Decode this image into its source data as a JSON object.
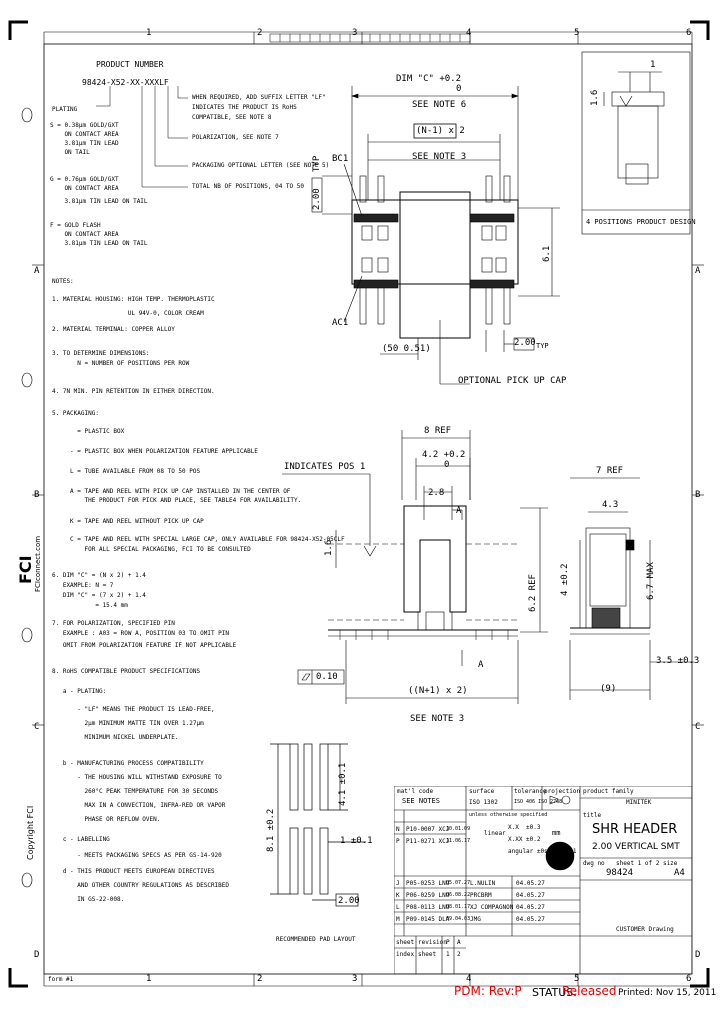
{
  "zones": {
    "top": [
      "1",
      "2",
      "3",
      "4",
      "5",
      "6"
    ],
    "bottom": [
      "1",
      "2",
      "3",
      "4",
      "5",
      "6"
    ],
    "left": [
      "A",
      "B",
      "C",
      "D"
    ],
    "right": [
      "A",
      "B",
      "C",
      "D"
    ]
  },
  "part_number": {
    "title": "PRODUCT NUMBER",
    "code": "98424-X52-XX-XXXLF",
    "callouts": [
      "WHEN REQUIRED, ADD SUFFIX LETTER \"LF\"",
      "INDICATES THE PRODUCT IS RoHS",
      "COMPATIBLE, SEE NOTE 8",
      "POLARIZATION, SEE NOTE 7",
      "PACKAGING OPTIONAL LETTER (SEE NOTE 5)",
      "TOTAL NB OF POSITIONS, 04 TO 50"
    ]
  },
  "plating": {
    "title": "PLATING",
    "items": [
      "S = 0.38µm GOLD/GXT",
      "    ON CONTACT AREA",
      "    3.81µm TIN LEAD",
      "    ON TAIL",
      "G = 0.76µm GOLD/GXT",
      "    ON CONTACT AREA",
      "    3.81µm TIN LEAD ON TAIL",
      "F = GOLD FLASH",
      "    ON CONTACT AREA",
      "    3.81µm TIN LEAD ON TAIL"
    ]
  },
  "notes": {
    "title": "NOTES:",
    "lines": [
      "1. MATERIAL HOUSING: HIGH TEMP. THERMOPLASTIC",
      "                     UL 94V-0, COLOR CREAM",
      "2. MATERIAL TERMINAL: COPPER ALLOY",
      "3. TO DETERMINE DIMENSIONS:",
      "       N = NUMBER OF POSITIONS PER ROW",
      "4. 7N MIN. PIN RETENTION IN EITHER DIRECTION.",
      "5. PACKAGING:",
      "       = PLASTIC BOX",
      "     - = PLASTIC BOX WHEN POLARIZATION FEATURE APPLICABLE",
      "     L = TUBE AVAILABLE FROM 08 TO 50 POS",
      "     A = TAPE AND REEL WITH PICK UP CAP INSTALLED IN THE CENTER OF",
      "         THE PRODUCT FOR PICK AND PLACE, SEE TABLE4 FOR AVAILABILITY.",
      "     K = TAPE AND REEL WITHOUT PICK UP CAP",
      "     C = TAPE AND REEL WITH SPECIAL LARGE CAP, ONLY AVAILABLE FOR 98424-X52-05CLF",
      "         FOR ALL SPECIAL PACKAGING, FCI TO BE CONSULTED",
      "6. DIM \"C\" = (N x 2) + 1.4",
      "   EXAMPLE: N = 7",
      "   DIM \"C\" = (7 x 2) + 1.4",
      "            = 15.4 mm",
      "7. FOR POLARIZATION, SPECIFIED PIN",
      "   EXAMPLE : A03 = ROW A, POSITION 03 TO OMIT PIN",
      "   OMIT FROM POLARIZATION FEATURE IF NOT APPLICABLE",
      "8. RoHS COMPATIBLE PRODUCT SPECIFICATIONS",
      "   a - PLATING:",
      "       - \"LF\" MEANS THE PRODUCT IS LEAD-FREE,",
      "         2µm MINIMUM MATTE TIN OVER 1.27µm",
      "         MINIMUM NICKEL UNDERPLATE.",
      "   b - MANUFACTURING PROCESS COMPATIBILITY",
      "       - THE HOUSING WILL WITHSTAND EXPOSURE TO",
      "         260°C PEAK TEMPERATURE FOR 30 SECONDS",
      "         MAX IN A CONVECTION, INFRA-RED OR VAPOR",
      "         PHASE OR REFLOW OVEN.",
      "   c - LABELLING",
      "       - MEETS PACKAGING SPECS AS PER GS-14-920",
      "   d - THIS PRODUCT MEETS EUROPEAN DIRECTIVES",
      "       AND OTHER COUNTRY REGULATIONS AS DESCRIBED",
      "       IN GS-22-008."
    ]
  },
  "top_view": {
    "dim_c": "DIM \"C\" +0.2",
    "dim_c_tol": "0",
    "see_note_6": "SEE NOTE 6",
    "n1x2": "(N-1) x 2",
    "see_note_3": "SEE NOTE 3",
    "bc1": "BC1",
    "ac1": "AC1",
    "dim_200": "2.00",
    "typ": "TYP",
    "dim_61": "6.1",
    "dim_202": "2.00",
    "typ2": "TYP",
    "dim_50": "(50 0.51)",
    "pick_up": "OPTIONAL PICK UP CAP"
  },
  "side_view": {
    "label": "4 POSITIONS PRODUCT DESIGN",
    "dim_1": "1",
    "dim_16": "1.6"
  },
  "front_view": {
    "indicates": "INDICATES POS 1",
    "ref8": "8 REF",
    "dim42": "4.2 +0.2",
    "dim42_tol": "0",
    "dim28": "2.8",
    "a_label": "A",
    "a_label2": "A",
    "dim16": "1.6",
    "dim62": "6.2 REF",
    "flatness": "0.10",
    "n1x2": "((N+1) x 2)",
    "see_note_3": "SEE NOTE 3"
  },
  "end_view": {
    "ref7": "7 REF",
    "dim43": "4.3",
    "dim4": "4 ±0.2",
    "dim67": "6.7 MAX",
    "dim35": "3.5 ±0.3",
    "dim9": "(9)"
  },
  "pad_layout": {
    "dim81": "8.1 ±0.2",
    "dim41": "4.1 ±0.1",
    "dim1": "1 ±0.1",
    "dim2": "2.00",
    "caption": "RECOMMENDED PAD LAYOUT"
  },
  "side_text": {
    "fci": "FCI",
    "url": "FCIconnect.com",
    "copyright": "Copyright FCI"
  },
  "title_block": {
    "mat_code": "mat'l code",
    "see_notes": "SEE NOTES",
    "surface": "surface",
    "surface_val": "ISO 1302",
    "tolerance": "tolerance",
    "tolerance_val": "ISO 406 ISO 2768",
    "projection": "projection",
    "product_family": "product family",
    "product_family_val": "MINITEK",
    "title_lbl": "title",
    "title1": "SHR HEADER",
    "title2": "2.00 VERTICAL SMT",
    "unless": "unless otherwise specified",
    "linear": "linear",
    "tol1": "X.X  ±0.3",
    "tol2": "X.XX ±0.2",
    "mm": "mm",
    "angular": "angular ±0.5",
    "scale": "scale 1:1",
    "dwg_no": "dwg no",
    "dwg_val": "98424",
    "rev": "A4",
    "sheet": "sheet 1 of 2 size",
    "customer": "CUSTOMER Drawing",
    "revs": [
      [
        "N",
        "P10-0007 XCJ",
        "10.01.09"
      ],
      [
        "P",
        "P11-0271 XCJ",
        "11.06.17"
      ]
    ],
    "signs": [
      [
        "J",
        "P05-0253 LNU",
        "05.07.27",
        "L.NULIN",
        "04.05.27"
      ],
      [
        "K",
        "P06-0259 LNU",
        "06.08.22",
        "PRCBRM",
        "04.05.27"
      ],
      [
        "L",
        "P08-0113 LNU",
        "08.01.17",
        "XJ COMPAGNON",
        "04.05.27"
      ],
      [
        "M",
        "P09-0145 DLA",
        "09.04.03",
        "JMG",
        "04.05.27"
      ]
    ],
    "row_sheet": [
      "sheet",
      "revision",
      "P",
      "A"
    ],
    "row_index": [
      "index",
      "sheet",
      "1",
      "2"
    ]
  },
  "footer": {
    "pdm": "PDM: Rev:P",
    "status_lbl": "STATUS:",
    "status_val": "Released",
    "printed": "Printed: Nov 15, 2011",
    "form": "form #1"
  }
}
